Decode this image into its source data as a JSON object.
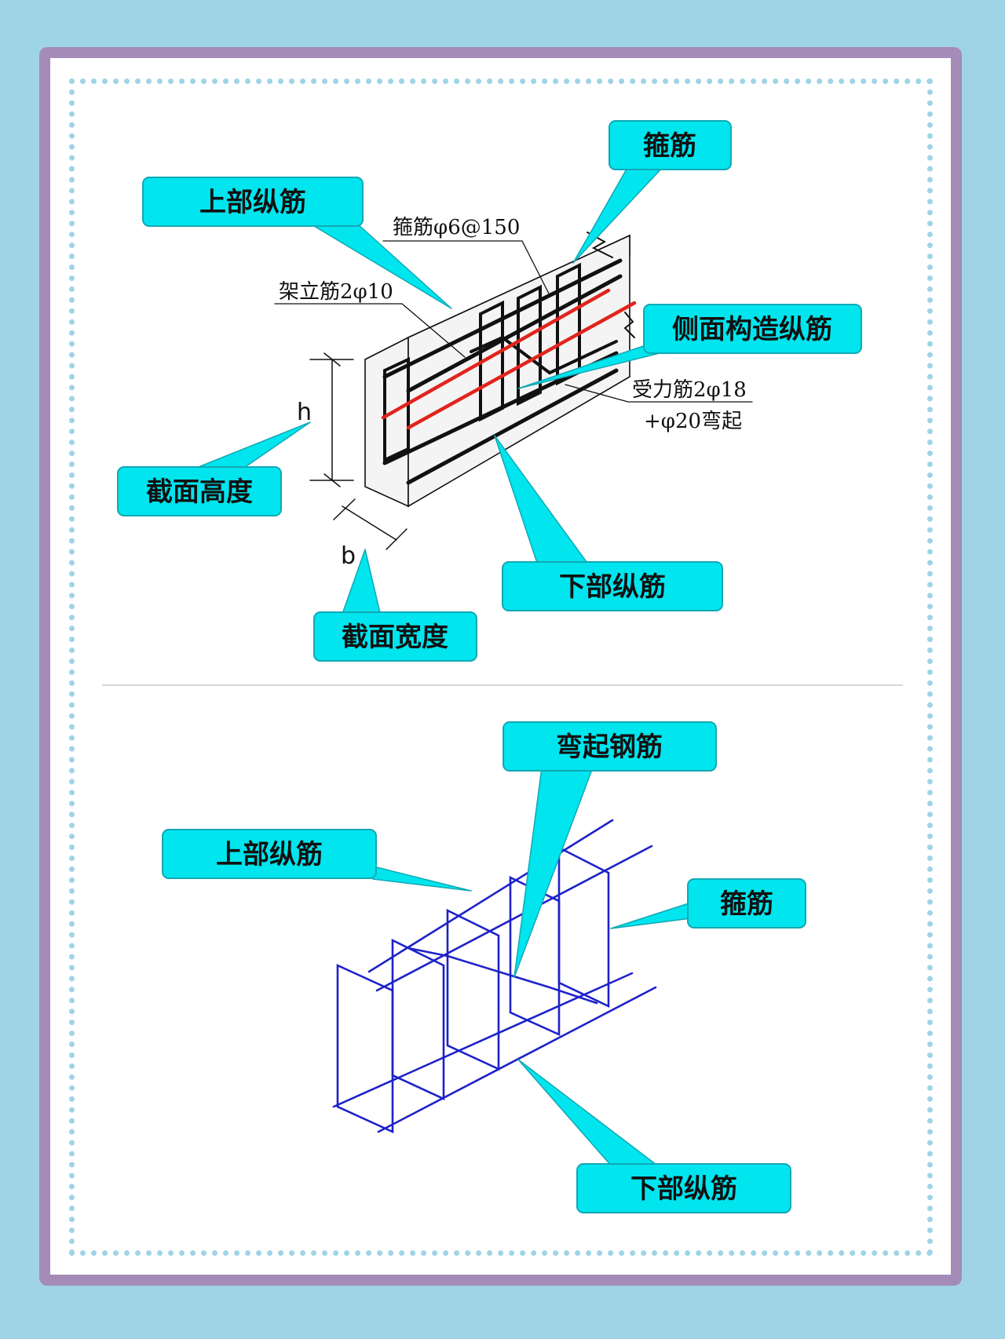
{
  "top_diagram": {
    "callouts": {
      "stirrup": "箍筋",
      "top_long": "上部纵筋",
      "side_long": "侧面构造纵筋",
      "section_height": "截面高度",
      "bottom_long": "下部纵筋",
      "section_width": "截面宽度"
    },
    "annotations": {
      "stirrup_spec": "箍筋φ6@150",
      "erection_bar": "架立筋2φ10",
      "main_bar_line1": "受力筋2φ18",
      "main_bar_line2": "+φ20弯起"
    },
    "dimensions": {
      "height": "h",
      "width": "b"
    },
    "colors": {
      "callout_fill": "#00e5ee",
      "rebar": "#111111",
      "side_bar": "#e1241c"
    }
  },
  "bottom_diagram": {
    "callouts": {
      "bent_bar": "弯起钢筋",
      "top_long": "上部纵筋",
      "stirrup": "箍筋",
      "bottom_long": "下部纵筋"
    },
    "colors": {
      "rebar": "#1e22c8"
    }
  },
  "theme": {
    "background": "#9fd4e6",
    "frame": "#a48bb8",
    "panel": "#ffffff"
  }
}
